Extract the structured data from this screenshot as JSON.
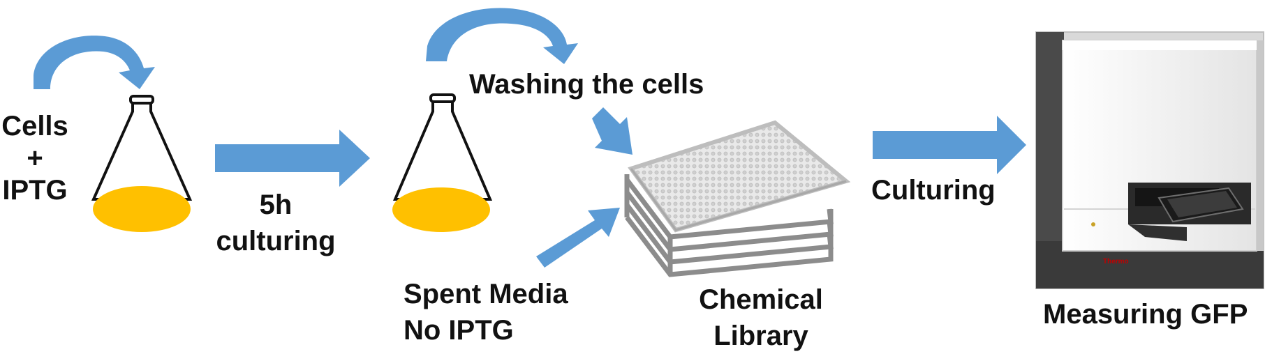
{
  "colors": {
    "arrow": "#5B9BD5",
    "liquid": "#FFC000",
    "outline": "#111111",
    "plate_frame": "#8C8C8C",
    "instrument_body": "#F2F2F2",
    "brand_red": "#C00000"
  },
  "labels": {
    "start_line1": "Cells",
    "start_line2": "+",
    "start_line3": "IPTG",
    "culture_line1": "5h",
    "culture_line2": "culturing",
    "washing": "Washing the cells",
    "spent_line1": "Spent Media",
    "spent_line2": "No IPTG",
    "library_line1": "Chemical",
    "library_line2": "Library",
    "culturing": "Culturing",
    "measuring": "Measuring GFP"
  },
  "instrument": {
    "brand": "Thermo"
  },
  "icons": [
    "curved-arrow-icon",
    "flask-icon",
    "block-arrow-icon",
    "well-plate-stack-icon",
    "plate-reader-photo"
  ]
}
